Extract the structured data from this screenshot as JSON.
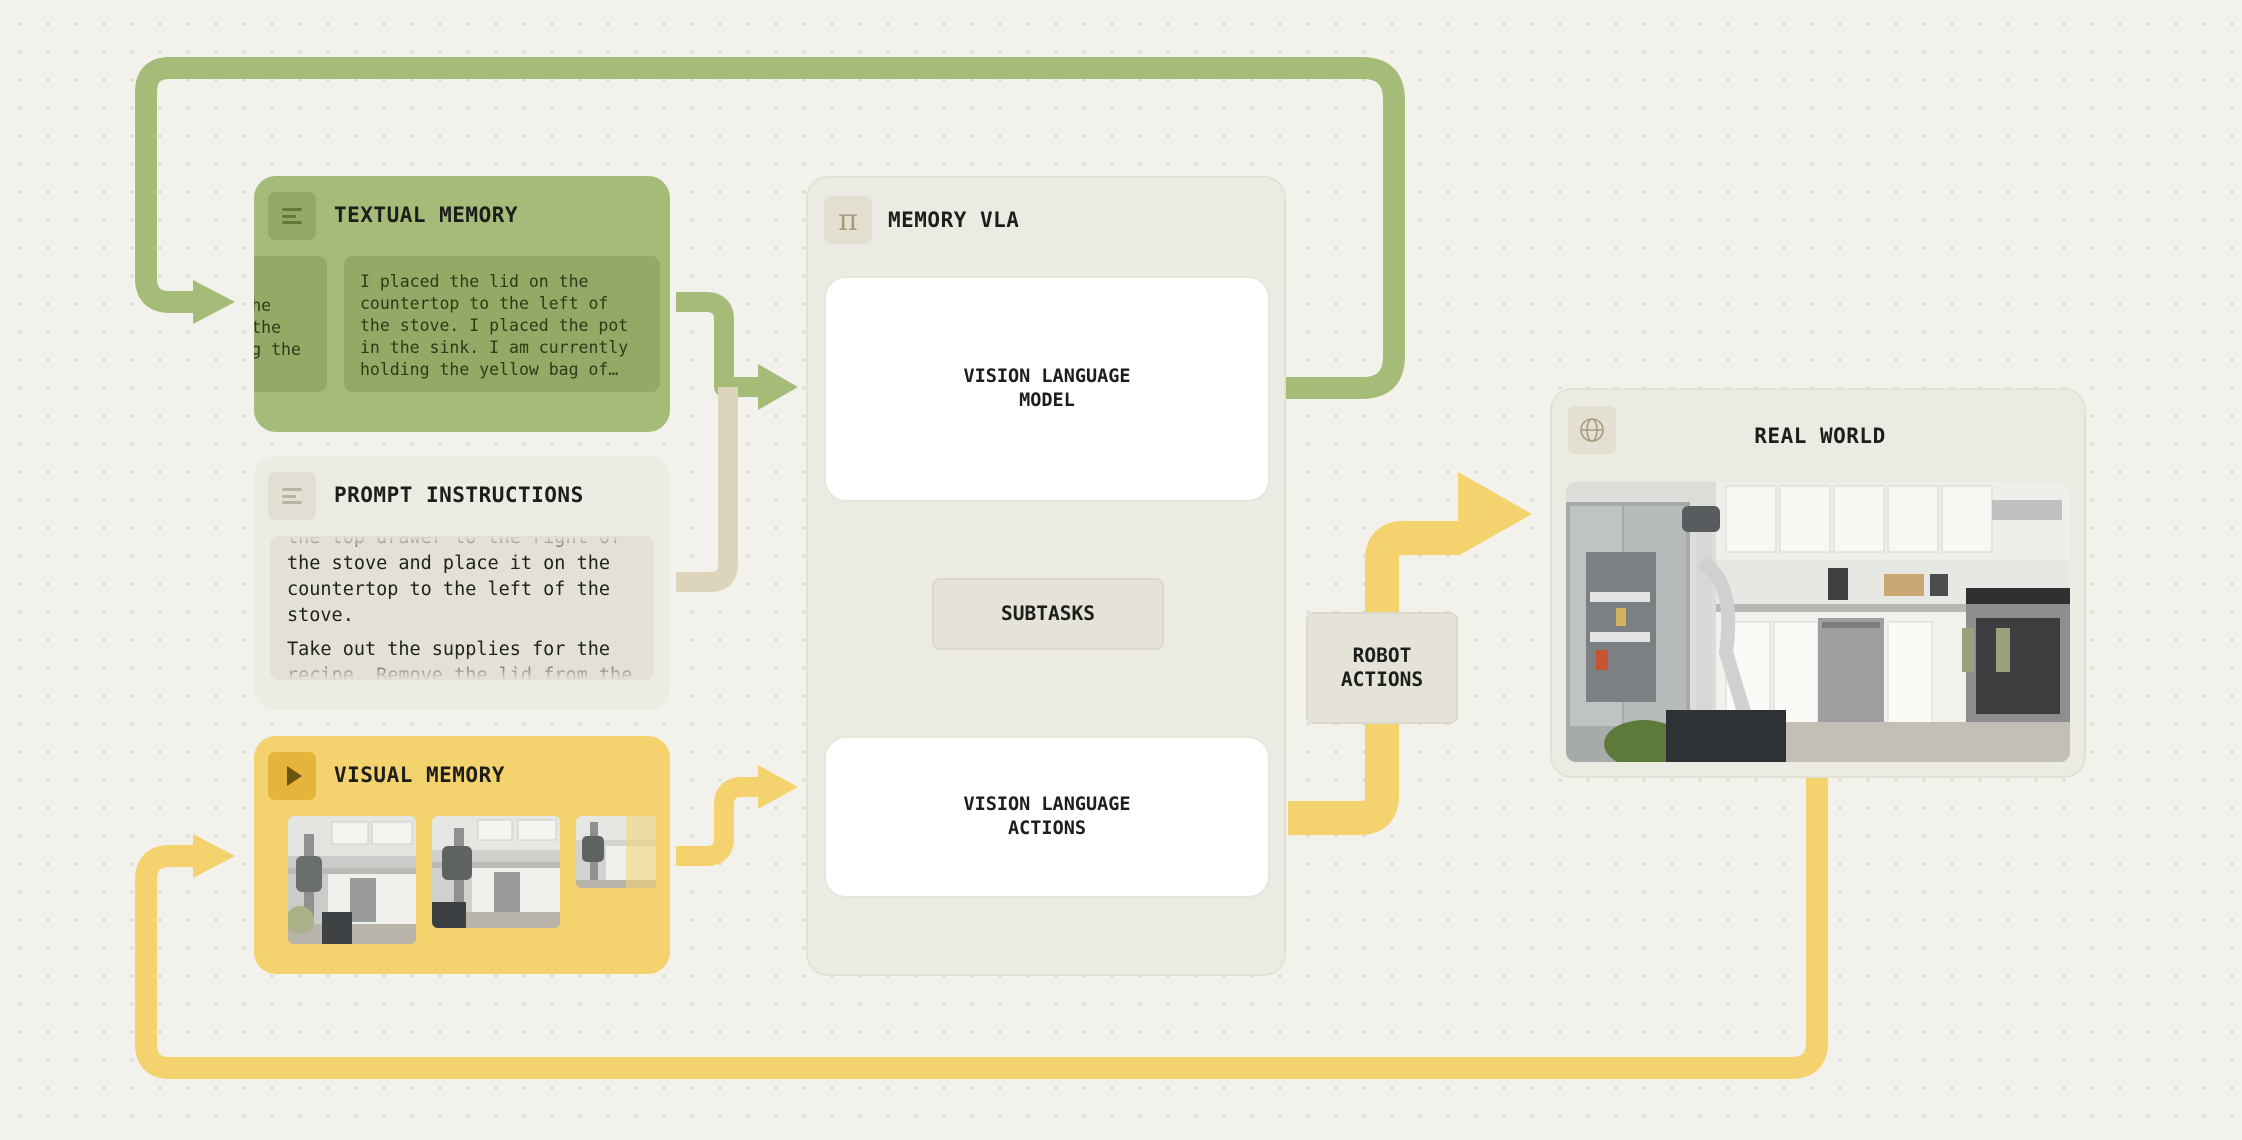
{
  "textual_memory": {
    "title": "TEXTUAL MEMORY",
    "previous_text": "I placed the lid on the countertop to the left of the stove. I placed the pot in the sink. I am currently holding the yellow bag and I…",
    "current_text": "I placed the lid on the countertop to the left of the stove. I placed the pot in the sink. I am currently holding the yellow bag of…"
  },
  "prompt_instructions": {
    "title": "PROMPT INSTRUCTIONS",
    "paragraphs": [
      "the top drawer to the right of the stove and place it on the countertop to the left of the stove.",
      "Take out the supplies for the recipe. Remove the lid from the"
    ]
  },
  "visual_memory": {
    "title": "VISUAL MEMORY"
  },
  "memory_vla": {
    "title": "MEMORY VLA",
    "vlm_label": "VISION LANGUAGE MODEL",
    "vla_label": "VISION LANGUAGE ACTIONS",
    "subtasks_label": "SUBTASKS"
  },
  "robot_actions": {
    "label": "ROBOT ACTIONS"
  },
  "real_world": {
    "title": "REAL WORLD"
  },
  "colors": {
    "green": "#a5bc79",
    "yellow": "#f4d36e",
    "beige": "#ddd5bb",
    "gray_arrow": "#b3ad95"
  },
  "icons": {
    "textual_memory": "text-lines-icon",
    "prompt_instructions": "text-lines-icon",
    "visual_memory": "play-icon",
    "memory_vla": "pi-icon",
    "real_world": "globe-icon"
  }
}
